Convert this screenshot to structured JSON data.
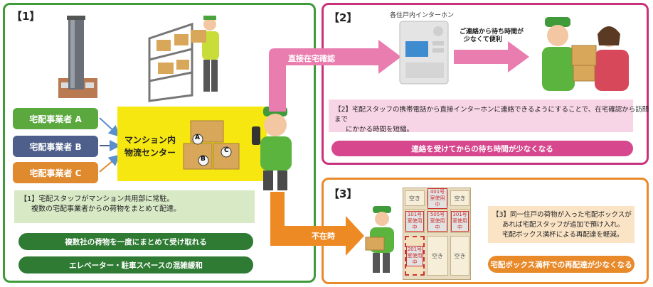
{
  "panel1": {
    "title": "【1】",
    "carriers": [
      "宅配事業者 A",
      "宅配事業者 B",
      "宅配事業者 C"
    ],
    "center_label_line1": "マンション内",
    "center_label_line2": "物流センター",
    "box_labels": [
      "A",
      "B",
      "C"
    ],
    "note_line1": "【1】宅配スタッフがマンション共用部に常駐。",
    "note_line2": "複数の宅配事業者からの荷物をまとめて配達。",
    "benefit1": "複数社の荷物を一度にまとめて受け取れる",
    "benefit2": "エレベーター・駐車スペースの混雑緩和"
  },
  "arrows": {
    "direct": "直接在宅確認",
    "absent": "不在時"
  },
  "panel2": {
    "title": "【2】",
    "intercom_label": "各住戸内インターホン",
    "callout_line1": "ご連絡から待ち時間が",
    "callout_line2": "少なくて便利",
    "note_line1": "【2】宅配スタッフの携帯電話から直接インターホンに連絡できるようにすることで、在宅確認から訪問まで",
    "note_line2": "にかかる時間を短縮。",
    "benefit": "連絡を受けてからの待ち時間が少なくなる"
  },
  "panel3": {
    "title": "【3】",
    "cells": [
      "空き",
      "401号室使用中",
      "空き",
      "101号室使用中",
      "505号室使用中",
      "301号室使用中",
      "201号室使用中",
      "空き",
      "空き"
    ],
    "note_line1": "【3】同一住戸の荷物が入った宅配ボックスが",
    "note_line2": "あれば宅配スタッフが追加で預け入れ。",
    "note_line3": "宅配ボックス満杯による再配達を軽減。",
    "benefit": "宅配ボックス満杯での再配達が少なくなる"
  },
  "colors": {
    "green": "#3f9a3a",
    "pink": "#c8327d",
    "orange": "#e98a2a",
    "yellow": "#f6e710",
    "carrier_a": "#5aa83e",
    "carrier_b": "#4d5f8a",
    "carrier_c": "#e08a2f"
  }
}
